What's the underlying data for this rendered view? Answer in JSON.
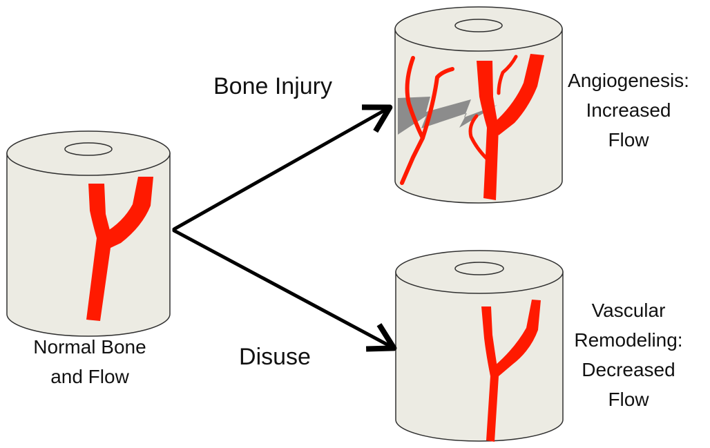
{
  "colors": {
    "bone_fill": "#ecebe3",
    "bone_stroke": "#2f2f2f",
    "vessel": "#ff1a00",
    "fracture": "#8c8c8c",
    "arrow": "#000000"
  },
  "labels": {
    "normal": [
      "Normal Bone",
      "and Flow"
    ],
    "injury": "Bone Injury",
    "disuse": "Disuse",
    "angiogenesis": [
      "Angiogenesis:",
      "Increased",
      "Flow"
    ],
    "remodeling": [
      "Vascular",
      "Remodeling:",
      "Decreased",
      "Flow"
    ]
  }
}
